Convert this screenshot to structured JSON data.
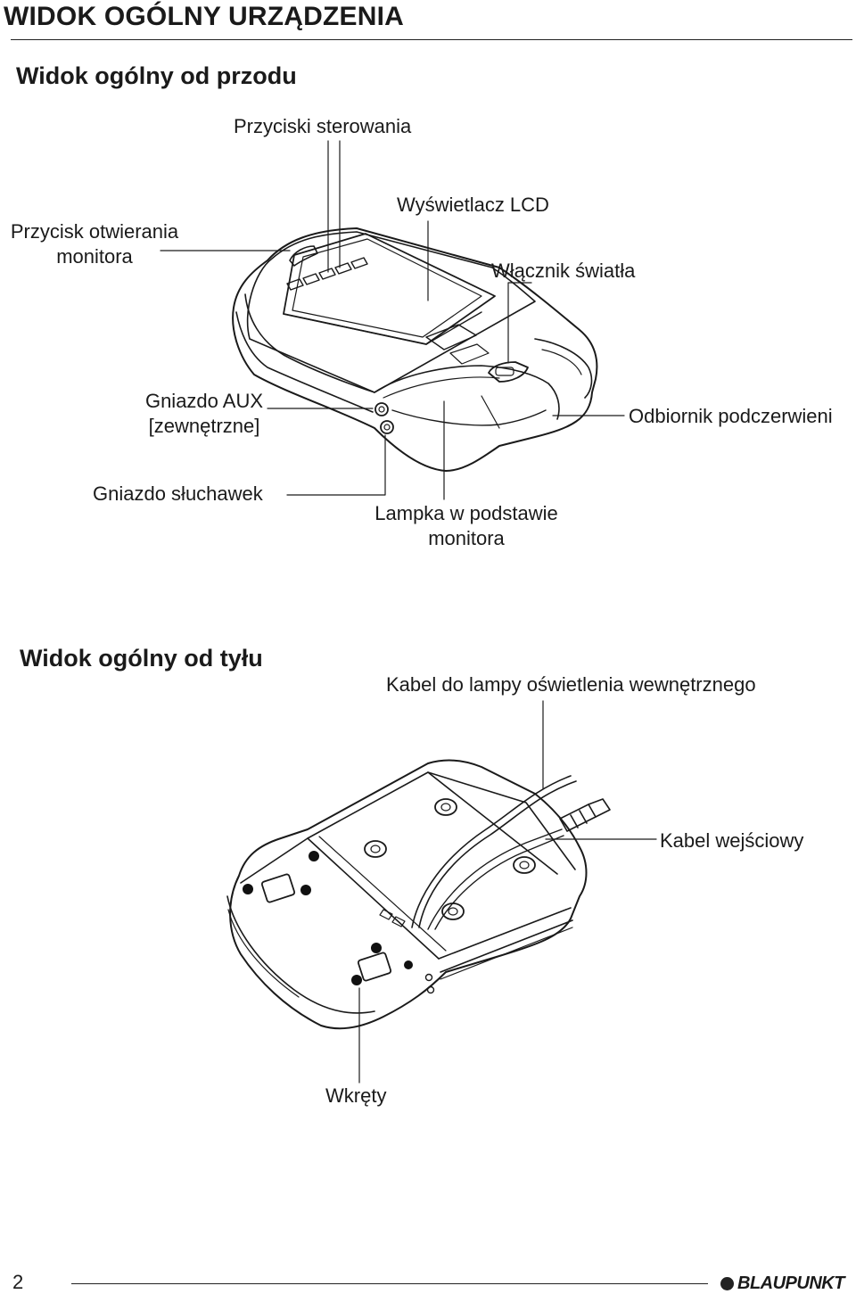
{
  "page": {
    "title": "WIDOK OGÓLNY URZĄDZENIA",
    "number": "2",
    "brand": "BLAUPUNKT"
  },
  "front": {
    "heading": "Widok ogólny od przodu",
    "labels": {
      "control_buttons": "Przyciski sterowania",
      "open_button_1": "Przycisk otwierania",
      "open_button_2": "monitora",
      "lcd": "Wyświetlacz LCD",
      "light_switch": "Włącznik światła",
      "aux_1": "Gniazdo AUX",
      "aux_2": "[zewnętrzne]",
      "ir_receiver": "Odbiornik podczerwieni",
      "headphones": "Gniazdo słuchawek",
      "lamp_1": "Lampka w podstawie",
      "lamp_2": "monitora"
    }
  },
  "back": {
    "heading": "Widok ogólny od tyłu",
    "labels": {
      "lamp_cable": "Kabel do lampy oświetlenia wewnętrznego",
      "input_cable": "Kabel wejściowy",
      "screws": "Wkręty"
    }
  }
}
